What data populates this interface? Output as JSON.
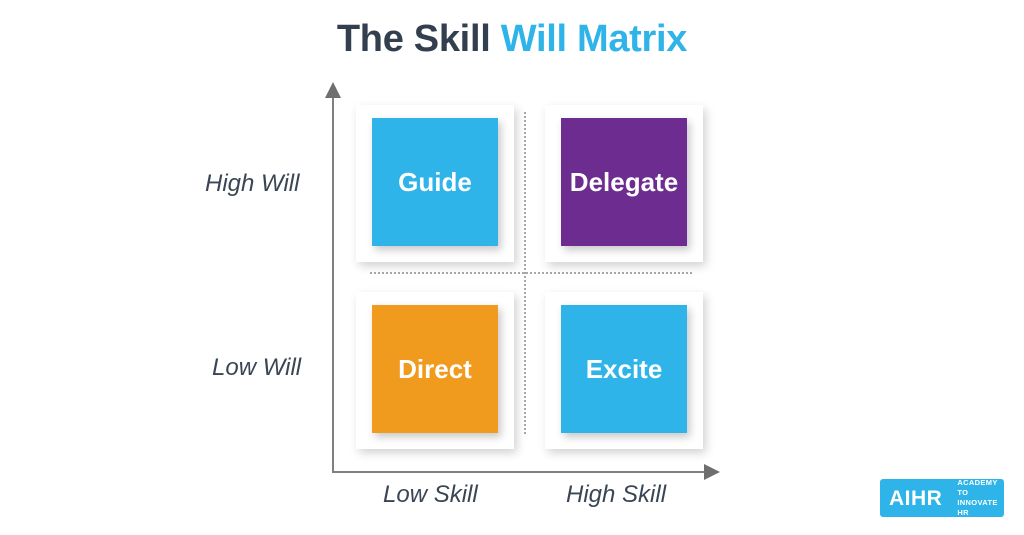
{
  "title": {
    "part_dark": "The Skill ",
    "part_accent": "Will Matrix"
  },
  "colors": {
    "accent_blue": "#2EB4E8",
    "title_dark": "#333F4E",
    "purple": "#6D2C8F",
    "orange": "#F09A1E",
    "axis_gray": "#808080",
    "background": "#FFFFFF"
  },
  "chart_data": {
    "type": "matrix",
    "title": "The Skill Will Matrix",
    "xlabel": "Skill",
    "ylabel": "Will",
    "x_categories": [
      "Low Skill",
      "High Skill"
    ],
    "y_categories": [
      "High Will",
      "Low Will"
    ],
    "grid": "dotted",
    "legend": "none",
    "quadrants": [
      {
        "label": "Guide",
        "x": "Low Skill",
        "y": "High Will",
        "color": "#2EB4E8"
      },
      {
        "label": "Delegate",
        "x": "High Skill",
        "y": "High Will",
        "color": "#6D2C8F"
      },
      {
        "label": "Direct",
        "x": "Low Skill",
        "y": "Low Will",
        "color": "#F09A1E"
      },
      {
        "label": "Excite",
        "x": "High Skill",
        "y": "Low Will",
        "color": "#2EB4E8"
      }
    ]
  },
  "axis_labels": {
    "high_will": "High Will",
    "low_will": "Low Will",
    "low_skill": "Low Skill",
    "high_skill": "High Skill"
  },
  "logo": {
    "mark": "AIHR",
    "tagline_line1": "ACADEMY TO",
    "tagline_line2": "INNOVATE HR"
  }
}
